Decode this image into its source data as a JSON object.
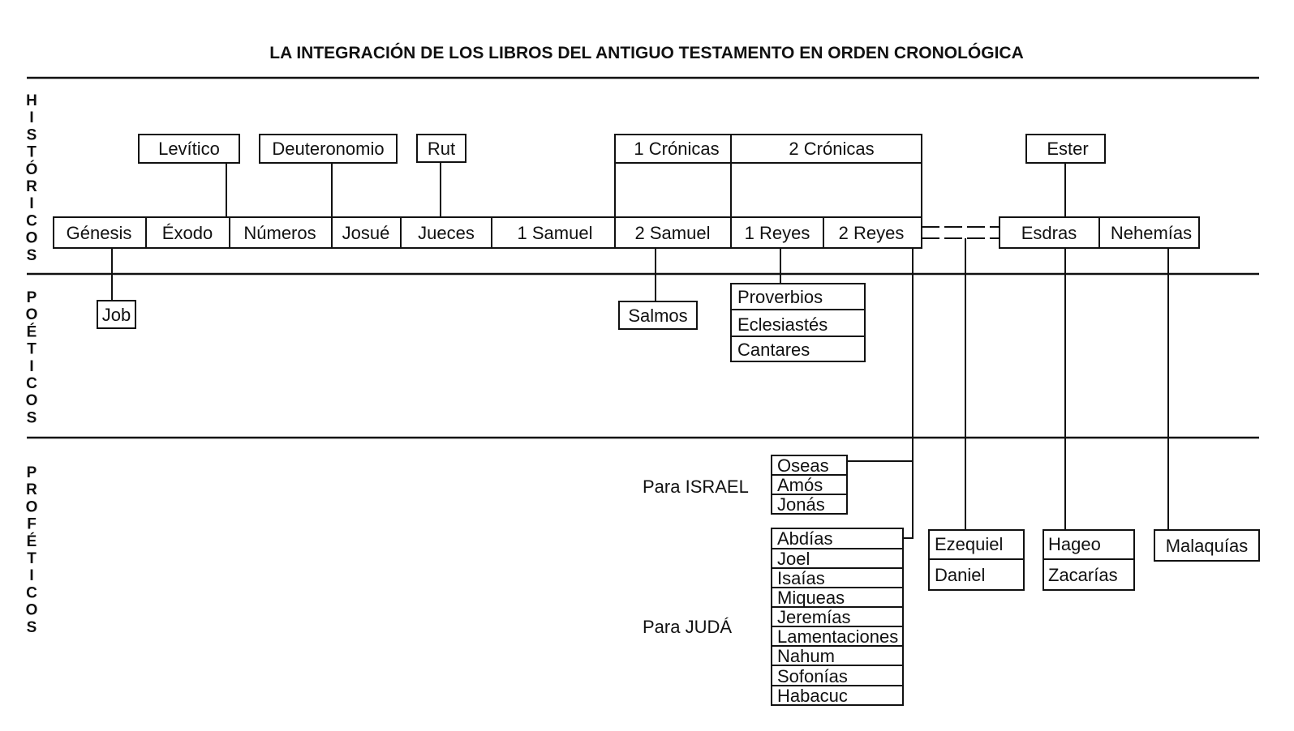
{
  "title": "LA INTEGRACIÓN DE LOS LIBROS DEL ANTIGUO TESTAMENTO EN ORDEN CRONOLÓGICA",
  "sections": {
    "historicos": "HISTÓRICOS",
    "poeticos": "POÉTICOS",
    "profeticos": "PROFÉTICOS"
  },
  "books": {
    "levitico": "Levítico",
    "deuteronomio": "Deuteronomio",
    "rut": "Rut",
    "cronicas1": "1 Crónicas",
    "cronicas2": "2 Crónicas",
    "ester": "Ester",
    "genesis": "Génesis",
    "exodo": "Éxodo",
    "numeros": "Números",
    "josue": "Josué",
    "jueces": "Jueces",
    "samuel1": "1 Samuel",
    "samuel2": "2 Samuel",
    "reyes1": "1 Reyes",
    "reyes2": "2 Reyes",
    "esdras": "Esdras",
    "nehemias": "Nehemías",
    "job": "Job",
    "salmos": "Salmos",
    "proverbios": "Proverbios",
    "eclesiastes": "Eclesiastés",
    "cantares": "Cantares",
    "oseas": "Oseas",
    "amos": "Amós",
    "jonas": "Jonás",
    "abdias": "Abdías",
    "joel": "Joel",
    "isaias": "Isaías",
    "miqueas": "Miqueas",
    "jeremias": "Jeremías",
    "lamentaciones": "Lamentaciones",
    "nahum": "Nahum",
    "sofonias": "Sofonías",
    "habacuc": "Habacuc",
    "ezequiel": "Ezequiel",
    "daniel": "Daniel",
    "hageo": "Hageo",
    "zacarias": "Zacarías",
    "malaquias": "Malaquías"
  },
  "labels": {
    "para_israel": "Para ISRAEL",
    "para_juda": "Para JUDÁ"
  }
}
